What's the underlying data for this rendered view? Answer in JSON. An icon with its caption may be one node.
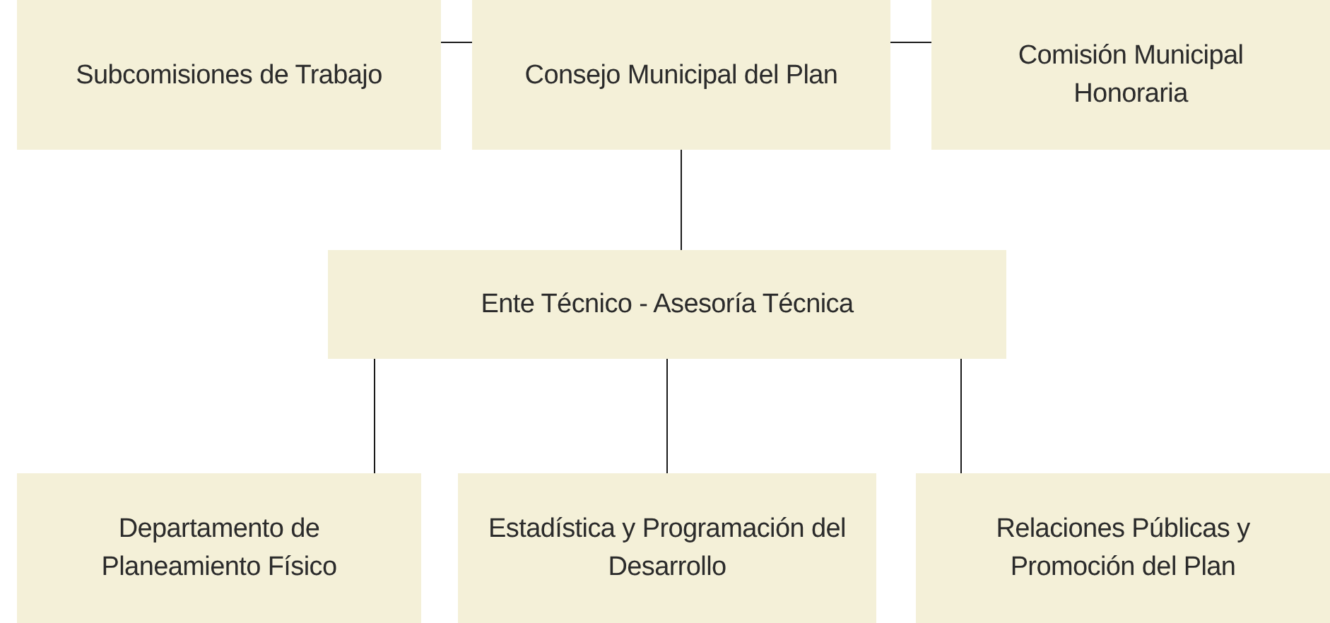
{
  "diagram": {
    "nodes": [
      {
        "text": [
          "Subcomisiones de Trabajo"
        ]
      },
      {
        "text": [
          "Consejo Municipal del Plan"
        ]
      },
      {
        "text": [
          "Comisión Municipal Honoraria"
        ]
      },
      {
        "text": [
          "Ente Técnico - Asesoría Técnica"
        ]
      },
      {
        "text": [
          "Departamento de Planeamiento Físico"
        ]
      },
      {
        "text": [
          "Estadística y Programación del Desarrollo"
        ]
      },
      {
        "text": [
          "Relaciones Públicas y Promoción del Plan"
        ]
      }
    ],
    "edges": [
      {
        "from": 1,
        "to": 0,
        "arrow": "none"
      },
      {
        "from": 1,
        "to": 2,
        "arrow": "none"
      },
      {
        "from": 1,
        "to": 3,
        "arrow": "none"
      },
      {
        "from": 3,
        "to": 4,
        "arrow": "none"
      },
      {
        "from": 3,
        "to": 5,
        "arrow": "none"
      },
      {
        "from": 3,
        "to": 6,
        "arrow": "none"
      }
    ]
  }
}
